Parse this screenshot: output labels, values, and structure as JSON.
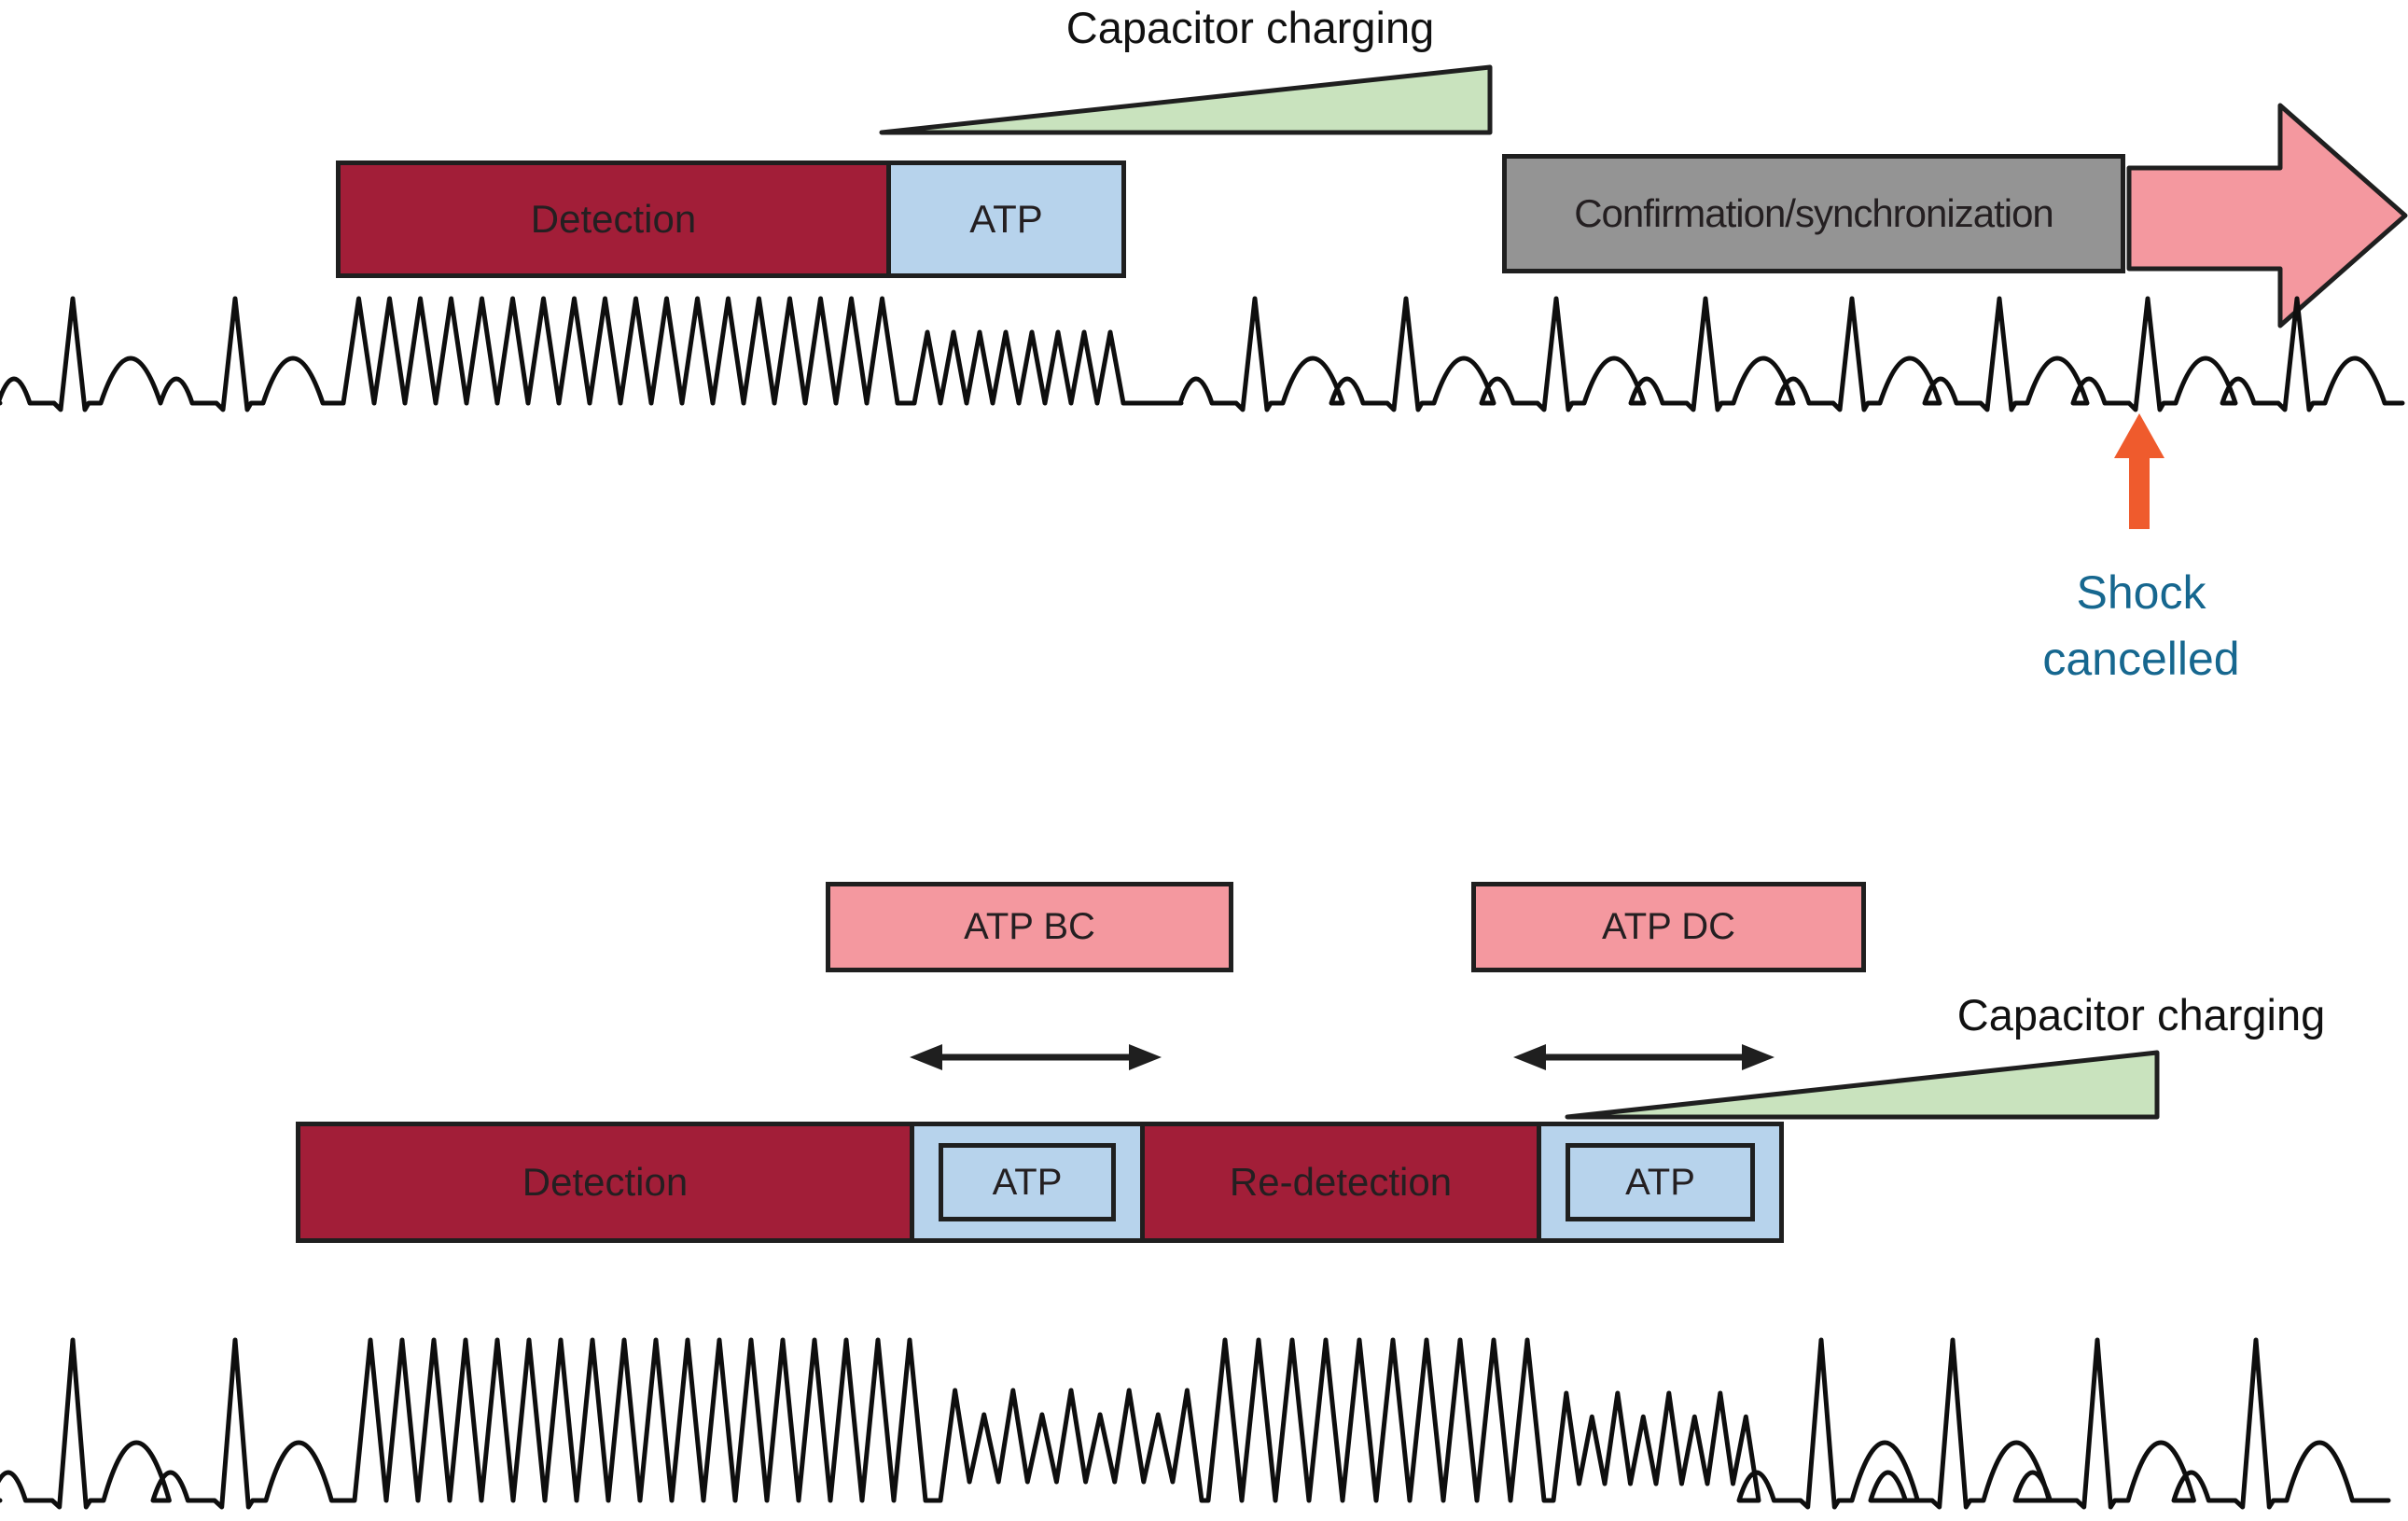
{
  "colors": {
    "dark_red": "#A21E38",
    "light_blue": "#B7D3EC",
    "gray": "#949494",
    "pink": "#F4989F",
    "green": "#C9E3BE",
    "orange": "#EF5B2D",
    "teal_text": "#16678F",
    "text_dark": "#241F21",
    "line": "#1F1F1F",
    "ecg": "#0E0E0E"
  },
  "top_panel": {
    "capacitor_charging_label": "Capacitor charging",
    "detection_label": "Detection",
    "atp_label": "ATP",
    "confirmation_label": "Confirmation/synchronization",
    "shock_cancelled_label": "Shock\ncancelled"
  },
  "bottom_panel": {
    "atp_bc_label": "ATP BC",
    "atp_dc_label": "ATP DC",
    "capacitor_charging_label": "Capacitor charging",
    "detection_label": "Detection",
    "atp_label_first": "ATP",
    "re_detection_label": "Re-detection",
    "atp_label_second": "ATP"
  },
  "ecg": {
    "top_trace": {
      "baseline": 140,
      "segments": [
        {
          "type": "sinus",
          "beats": [
            78,
            252
          ],
          "r_amp": 112,
          "p_h": 26,
          "t_h": 48,
          "w": 1
        },
        {
          "type": "flat",
          "to": 368
        },
        {
          "type": "spikes",
          "from": 368,
          "to": 962,
          "count": 18,
          "amp": 112
        },
        {
          "type": "spikes",
          "from": 980,
          "to": 1204,
          "count": 8,
          "amp": 76
        },
        {
          "type": "flat",
          "to": 1266
        },
        {
          "type": "sinus",
          "beats": [
            1345,
            1507,
            1668,
            1828,
            1985,
            2143,
            2302,
            2462
          ],
          "r_amp": 112,
          "p_h": 26,
          "t_h": 48,
          "w": 1
        },
        {
          "type": "flat",
          "to": 2575
        }
      ]
    },
    "bottom_trace": {
      "baseline": 200,
      "segments": [
        {
          "type": "sinus",
          "beats": [
            78,
            252
          ],
          "r_amp": 172,
          "p_h": 30,
          "t_h": 62,
          "w": 1.1
        },
        {
          "type": "flat",
          "to": 380
        },
        {
          "type": "spikes",
          "from": 380,
          "to": 992,
          "count": 18,
          "amp": 172
        },
        {
          "type": "flat",
          "to": 1008
        },
        {
          "type": "spikes",
          "from": 1008,
          "to": 1288,
          "count": 9,
          "amp": 118,
          "raise": 20,
          "alt": true
        },
        {
          "type": "spikes",
          "from": 1295,
          "to": 1655,
          "count": 10,
          "amp": 172
        },
        {
          "type": "spikes",
          "from": 1665,
          "to": 1885,
          "count": 8,
          "amp": 115,
          "raise": 18,
          "alt": true
        },
        {
          "type": "flat",
          "to": 1870
        },
        {
          "type": "sinus",
          "beats": [
            1952,
            2093,
            2248,
            2418
          ],
          "r_amp": 172,
          "p_h": 30,
          "t_h": 62,
          "w": 1.1
        },
        {
          "type": "flat",
          "to": 2560
        }
      ]
    }
  }
}
